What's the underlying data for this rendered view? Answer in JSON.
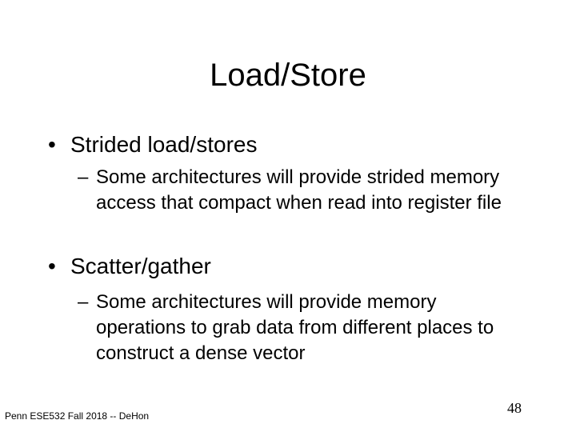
{
  "slide": {
    "title": "Load/Store",
    "bullets": [
      {
        "marker": "•",
        "text": "Strided load/stores",
        "sub": {
          "marker": "–",
          "text": "Some architectures will provide strided memory access that compact when read into register file"
        }
      },
      {
        "marker": "•",
        "text": "Scatter/gather",
        "sub": {
          "marker": "–",
          "text": "Some architectures will provide memory operations to grab data from different places to construct a dense vector"
        }
      }
    ],
    "footer": "Penn ESE532 Fall 2018 -- DeHon",
    "page_number": "48"
  }
}
